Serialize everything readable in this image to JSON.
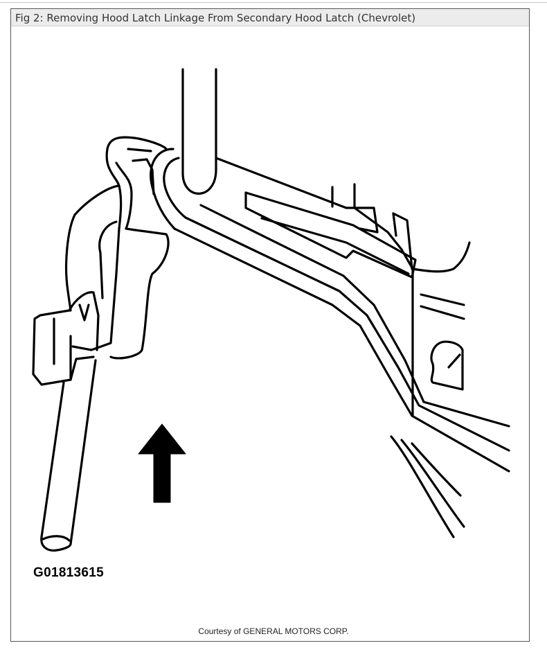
{
  "figure": {
    "title": "Fig 2: Removing Hood Latch Linkage From Secondary Hood Latch (Chevrolet)",
    "part_number": "G01813615",
    "credit": "Courtesy of GENERAL MOTORS CORP.",
    "arrow_direction": "up"
  },
  "colors": {
    "line": "#000000",
    "title_bar": "#ececec",
    "frame_border": "#555555"
  }
}
